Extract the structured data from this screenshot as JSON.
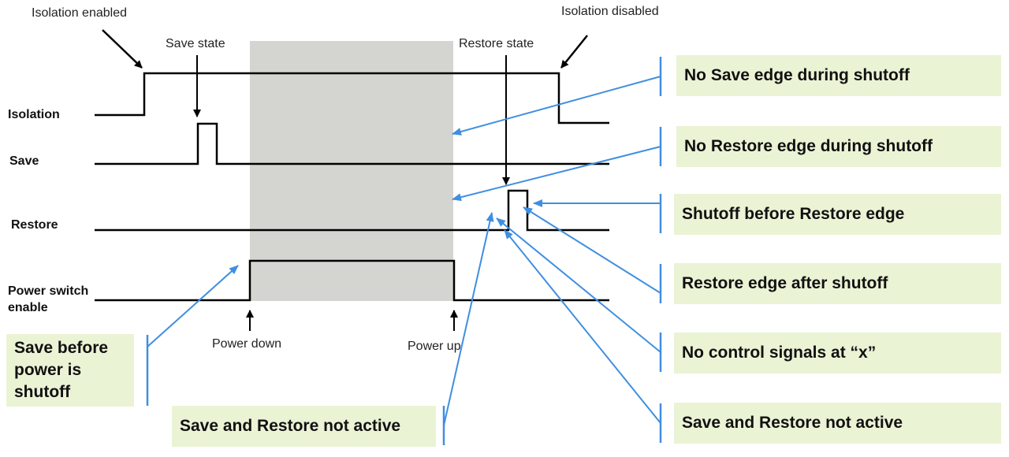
{
  "annotations": {
    "isolation_enabled": "Isolation enabled",
    "isolation_disabled": "Isolation disabled",
    "save_state": "Save state",
    "restore_state": "Restore state",
    "power_down": "Power down",
    "power_up": "Power up"
  },
  "signals": {
    "isolation": "Isolation",
    "save": "Save",
    "restore": "Restore",
    "power_switch_enable_1": "Power switch",
    "power_switch_enable_2": "enable"
  },
  "callouts": {
    "no_save_edge": "No Save edge during shutoff",
    "no_restore_edge": "No Restore edge during shutoff",
    "shutoff_before_restore": "Shutoff before Restore edge",
    "restore_after_shutoff": "Restore edge after shutoff",
    "no_control_signals": "No control signals at “x”",
    "save_restore_not_active_right": "Save and Restore not active",
    "save_before_shutoff_1": "Save before",
    "save_before_shutoff_2": "power is",
    "save_before_shutoff_3": "shutoff",
    "save_restore_not_active_bottom": "Save and Restore not active"
  },
  "colors": {
    "signal": "#000000",
    "callout_line": "#3f8fe0",
    "shutoff_region": "#d4d4d0",
    "box_fill": "#ebf3d5"
  }
}
